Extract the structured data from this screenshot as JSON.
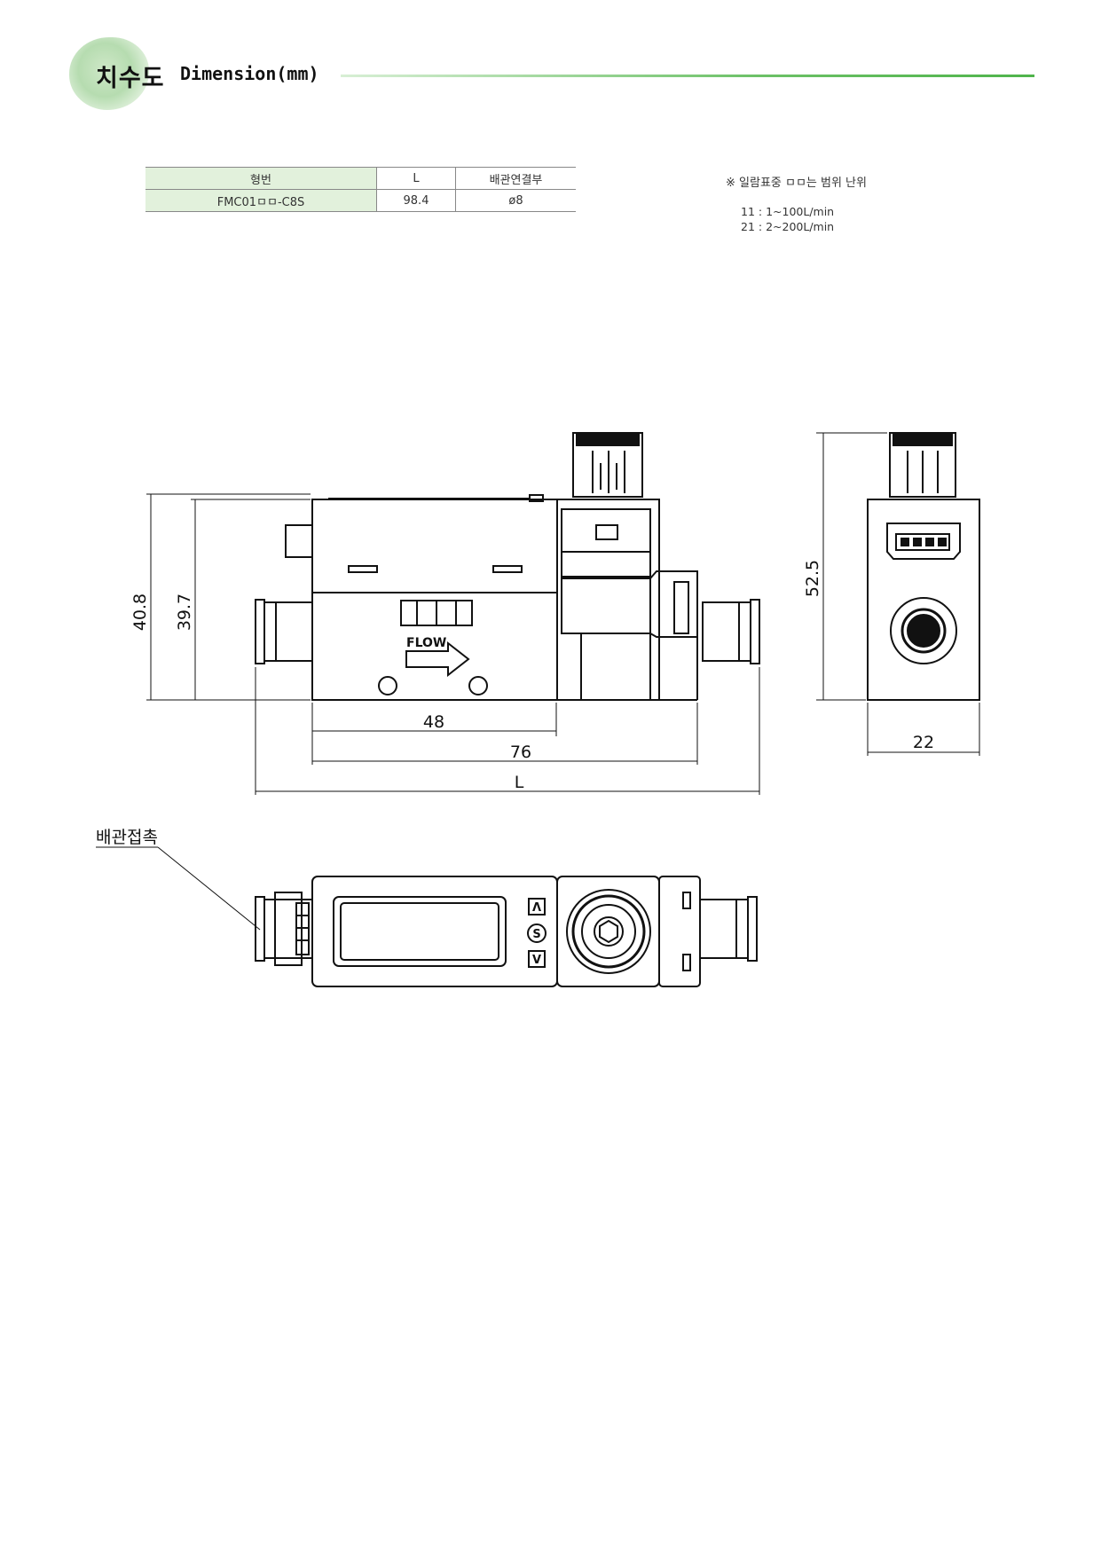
{
  "header": {
    "title_kr": "치수도",
    "title_en": "Dimension(mm)"
  },
  "spec_table": {
    "headers": [
      "형번",
      "L",
      "배관연결부"
    ],
    "rows": [
      [
        "FMC01ㅁㅁ-C8S",
        "98.4",
        "ø8"
      ]
    ]
  },
  "note": {
    "text": "※ 일람표중 ㅁㅁ는 범위 난위",
    "ranges": [
      "11 : 1~100L/min",
      "21 : 2~200L/min"
    ]
  },
  "drawing": {
    "dims": {
      "height_outer": "40.8",
      "height_inner": "39.7",
      "width_48": "48",
      "width_76": "76",
      "length_L": "L",
      "side_height": "52.5",
      "side_width": "22"
    },
    "flow_label": "FLOW",
    "pipe_label": "배관접촉",
    "buttons": [
      "Λ",
      "S",
      "V"
    ]
  },
  "colors": {
    "accent_green": "#4fb44b",
    "table_fill": "#e2f1dc",
    "line": "#111111"
  }
}
